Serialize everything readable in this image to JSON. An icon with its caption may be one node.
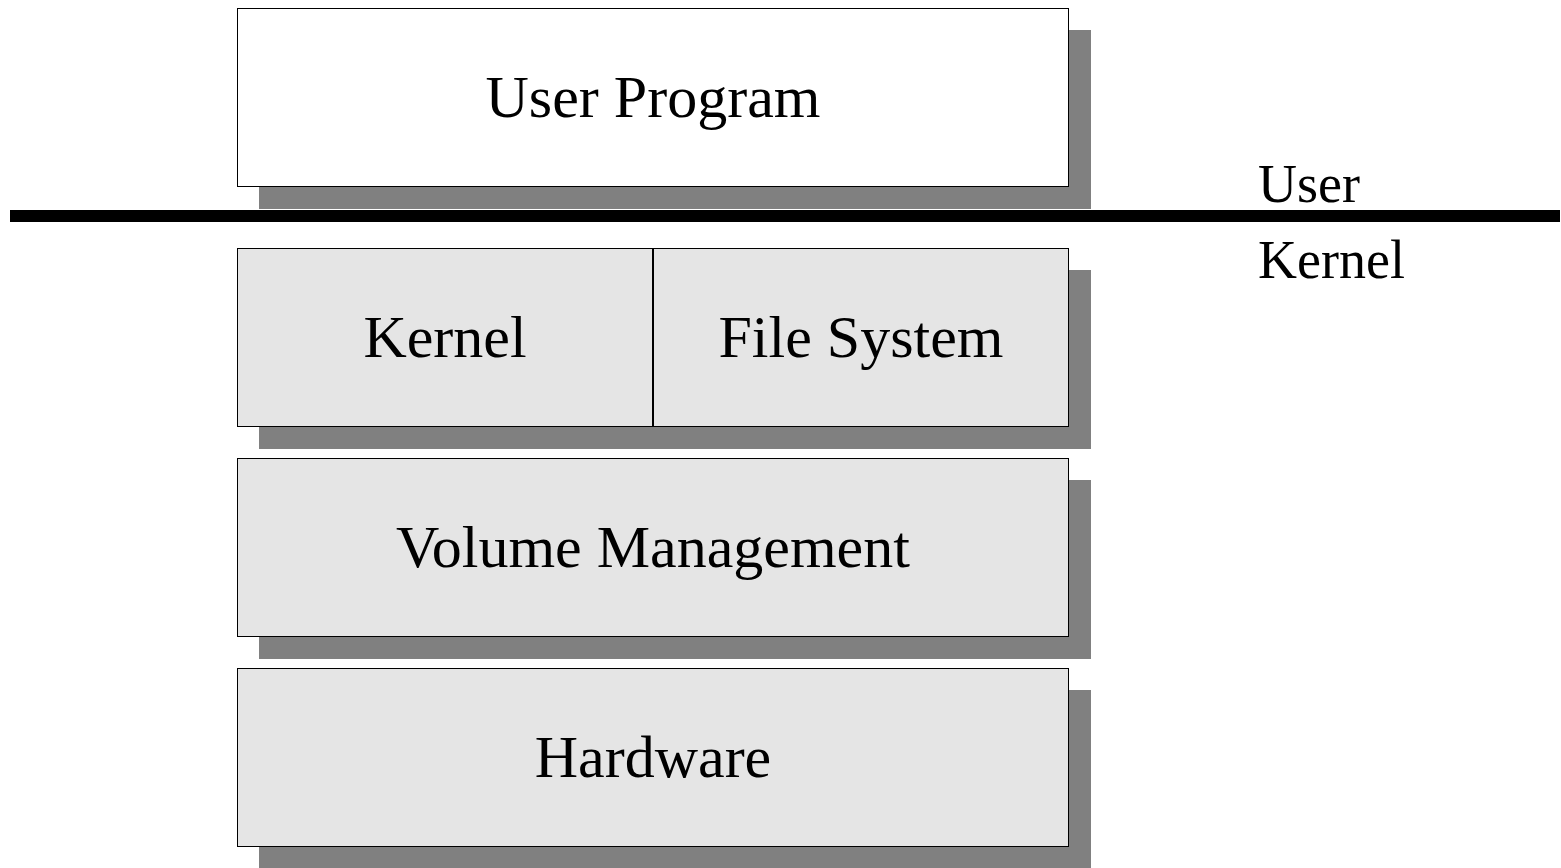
{
  "diagram": {
    "nodes": [
      {
        "text": [
          "User Program"
        ]
      },
      {
        "text": [
          "Kernel"
        ]
      },
      {
        "text": [
          "File System"
        ]
      },
      {
        "text": [
          "Volume Management"
        ]
      },
      {
        "text": [
          "Hardware"
        ]
      }
    ],
    "labels": [
      "User",
      "Kernel"
    ]
  }
}
